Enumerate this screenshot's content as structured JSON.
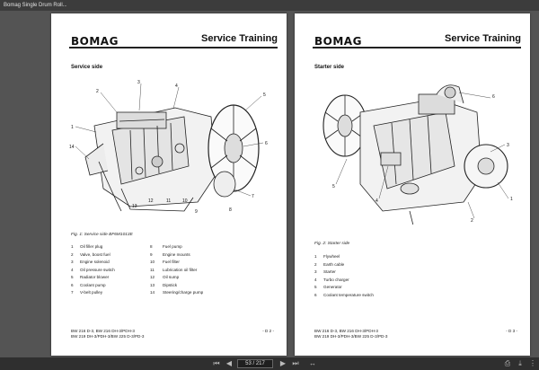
{
  "window": {
    "tab_title": "Bomag Single Drum Roll..."
  },
  "pages": [
    {
      "logo": "BOMAG",
      "header": "Service Training",
      "section": "Service side",
      "caption": "Fig. 1: Service side BF6M1013E",
      "legend_left": [
        {
          "n": "1",
          "t": "Oil filler plug"
        },
        {
          "n": "2",
          "t": "Valve, boost fuel"
        },
        {
          "n": "3",
          "t": "Engine solenoid"
        },
        {
          "n": "4",
          "t": "Oil pressure switch"
        },
        {
          "n": "5",
          "t": "Radiator blower"
        },
        {
          "n": "6",
          "t": "Coolant pump"
        },
        {
          "n": "7",
          "t": "V-belt pulley"
        }
      ],
      "legend_right": [
        {
          "n": "8",
          "t": "Fuel pump"
        },
        {
          "n": "9",
          "t": "Engine mounts"
        },
        {
          "n": "10",
          "t": "Fuel filter"
        },
        {
          "n": "11",
          "t": "Lubrication oil filter"
        },
        {
          "n": "12",
          "t": "Oil sump"
        },
        {
          "n": "13",
          "t": "Dipstick"
        },
        {
          "n": "14",
          "t": "Steering/charge pump"
        }
      ],
      "callouts": [
        "1",
        "2",
        "3",
        "4",
        "5",
        "6",
        "7",
        "8",
        "9",
        "10",
        "11",
        "12",
        "13",
        "14"
      ],
      "footer_line1": "BW 216 D-3, BW 216 DH-3/PDH-3",
      "footer_line2": "BW 219 DH-3/PDH-3/BW 225 D-3/PD-3",
      "page_label": "- D 2 -"
    },
    {
      "logo": "BOMAG",
      "header": "Service Training",
      "section": "Starter side",
      "caption": "Fig. 2: Starter side",
      "legend": [
        {
          "n": "1",
          "t": "Flywheel"
        },
        {
          "n": "2",
          "t": "Earth cable"
        },
        {
          "n": "3",
          "t": "Starter"
        },
        {
          "n": "4",
          "t": "Turbo charger"
        },
        {
          "n": "5",
          "t": "Generator"
        },
        {
          "n": "6",
          "t": "Coolant temperature switch"
        }
      ],
      "callouts": [
        "1",
        "2",
        "3",
        "4",
        "5",
        "6"
      ],
      "footer_line1": "BW 216 D-3, BW 216 DH-3/PDH-3",
      "footer_line2": "BW 219 DH-3/PDH-3/BW 225 D-3/PD-3",
      "page_label": "- D 3 -"
    }
  ],
  "toolbar": {
    "page_indicator": "53 / 217"
  },
  "colors": {
    "titlebar": "#3c3c3c",
    "viewer_bg": "#545454",
    "toolbar": "#2f2f2f"
  }
}
